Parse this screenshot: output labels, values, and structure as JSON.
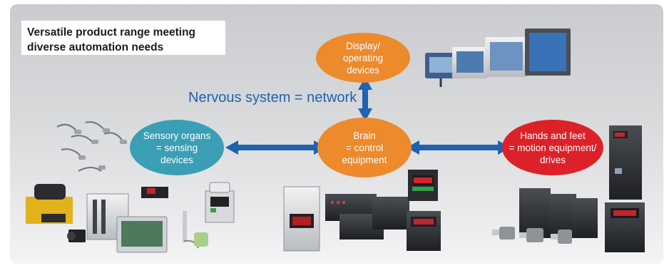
{
  "title": {
    "line1": "Versatile product range meeting",
    "line2": "diverse automation needs"
  },
  "network_label": "Nervous system = network",
  "nodes": {
    "display": {
      "lines": [
        "Display/",
        "operating",
        "devices"
      ]
    },
    "sensing": {
      "lines": [
        "Sensory organs",
        "= sensing",
        "devices"
      ]
    },
    "brain": {
      "lines": [
        "Brain",
        "= control",
        "equipment"
      ]
    },
    "motion": {
      "lines": [
        "Hands and feet",
        "= motion equipment/",
        "drives"
      ]
    }
  },
  "colors": {
    "orange": "#ec8a2c",
    "teal": "#3a9fb5",
    "red": "#dc2128",
    "arrow_blue": "#1f62b0",
    "text_blue": "#1f62b0"
  },
  "product_images": {
    "display_devices": "touch-screen-panels",
    "sensing_devices": "sensors-and-vision",
    "control_equipment": "plc-controllers",
    "motion_equipment": "servo-drives-and-inverters"
  }
}
